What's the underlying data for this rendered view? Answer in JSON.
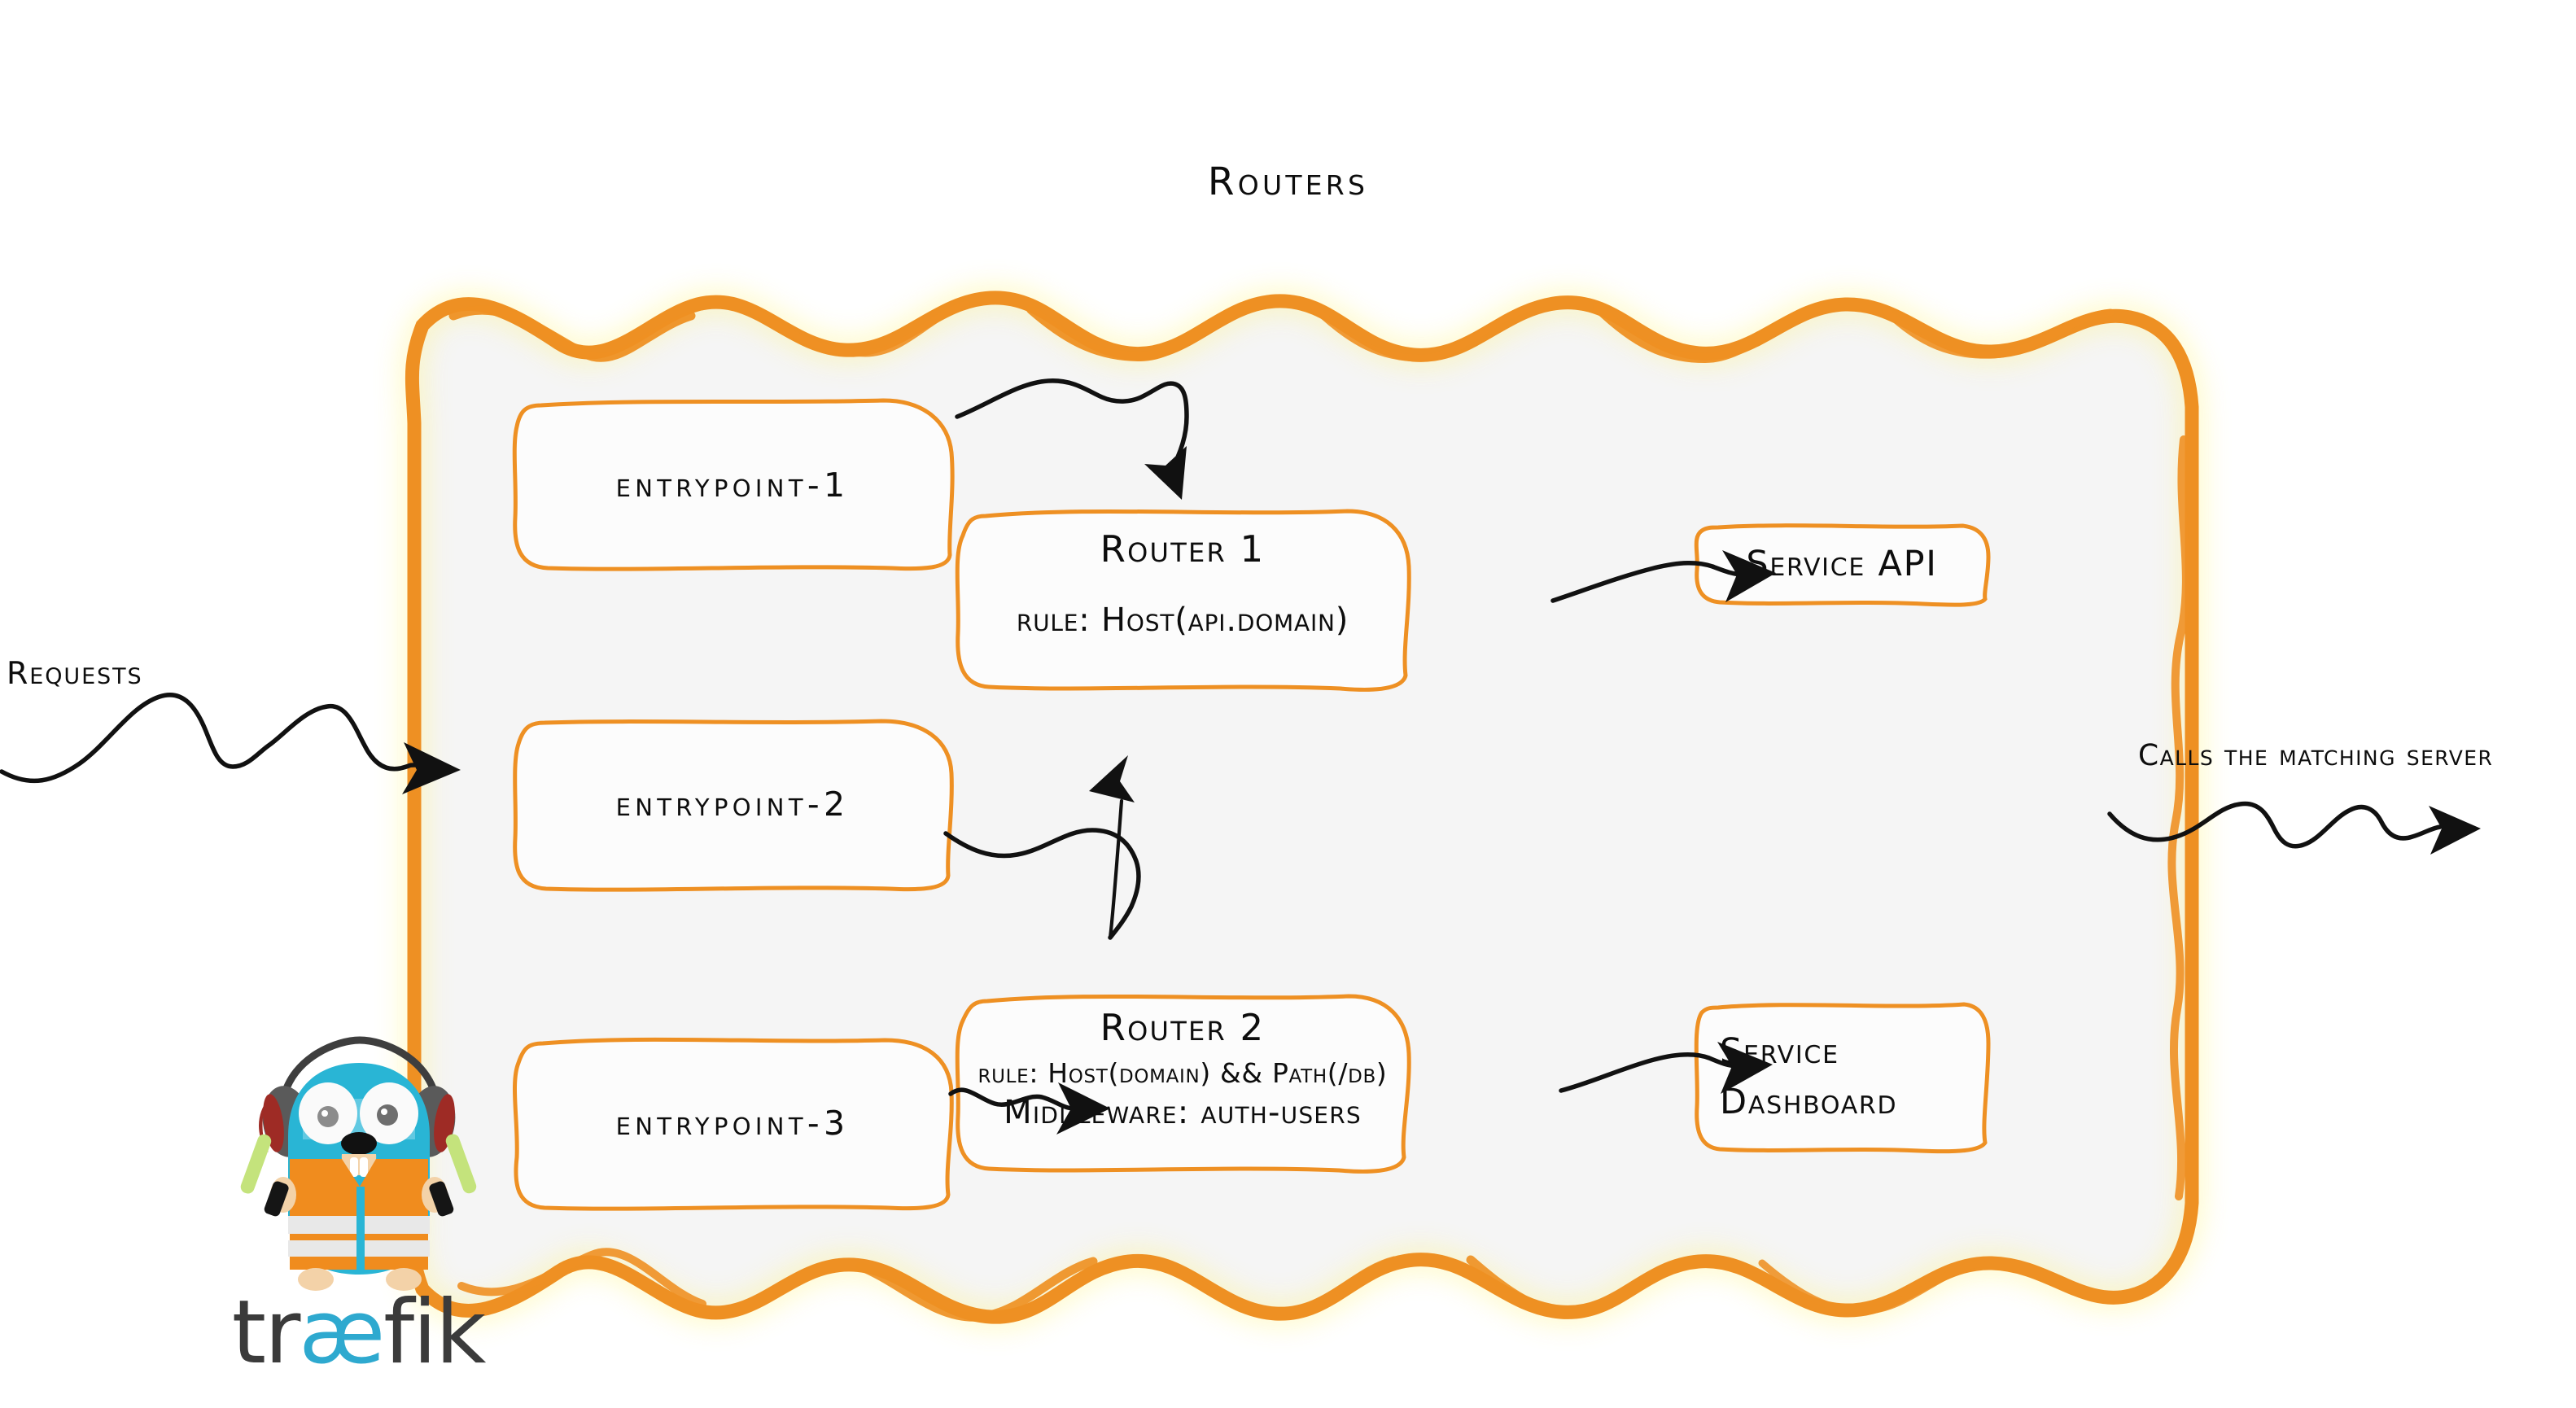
{
  "diagram": {
    "title": "Routers",
    "kind": "traefik-routers-architecture"
  },
  "colors": {
    "accent_orange": "#EE9023",
    "node_border_orange": "#EE9023",
    "container_fill": "#F5F5F5",
    "ink_black": "#111111",
    "gopher_blue": "#29B5D5",
    "gopher_vest_orange": "#F08C1E",
    "wordmark_gray": "#3B3B3B",
    "wordmark_accent": "#2EA9CF"
  },
  "edge_labels": {
    "requests": "Requests",
    "calls_the_matching_server": "Calls the matching server"
  },
  "entrypoints": [
    {
      "label": "entrypoint-1"
    },
    {
      "label": "entrypoint-2"
    },
    {
      "label": "entrypoint-3"
    }
  ],
  "routers": [
    {
      "name": "Router 1",
      "rule": "rule: Host(api.domain)",
      "middleware": ""
    },
    {
      "name": "Router 2",
      "rule": "rule: Host(domain) && Path(/db)",
      "middleware": "Middleware: auth-users"
    }
  ],
  "services": [
    {
      "line1": "Service API",
      "line2": ""
    },
    {
      "line1": "Service",
      "line2": "Dashboard"
    }
  ],
  "logo": {
    "wordmark_before": "tr",
    "wordmark_accent": "æ",
    "wordmark_after": "fik",
    "mascot": "gopher-mascot"
  }
}
